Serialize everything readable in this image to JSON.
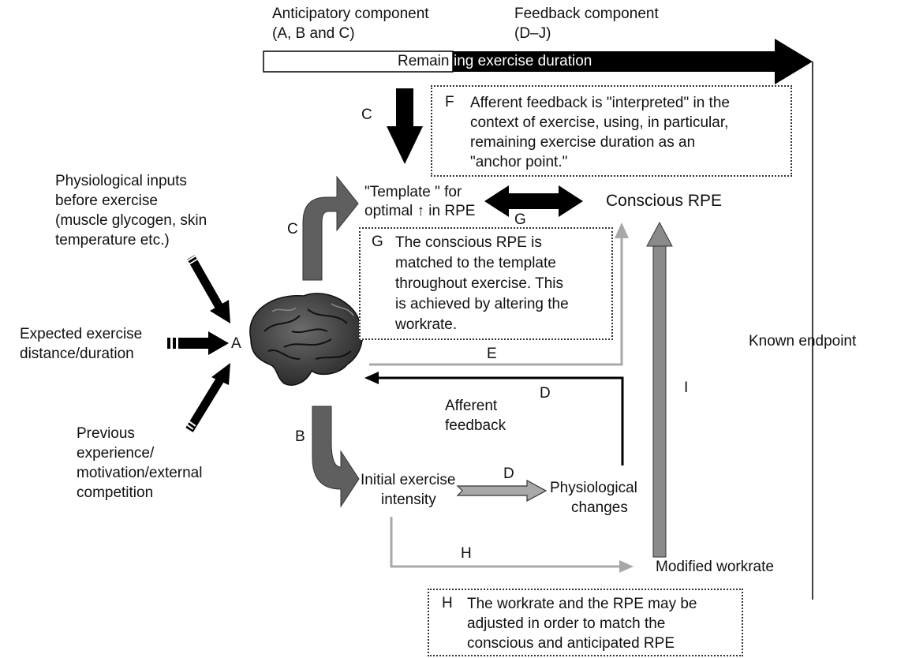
{
  "header": {
    "anticipatory_title": "Anticipatory component",
    "anticipatory_sub": "(A, B and C)",
    "feedback_title": "Feedback component",
    "feedback_sub": "(D–J)"
  },
  "duration_bar": {
    "text_part1": "Remain",
    "text_part2": "ing exercise duration"
  },
  "inputs": {
    "physiological": [
      "Physiological inputs",
      "before exercise",
      "(muscle glycogen, skin",
      "temperature etc.)"
    ],
    "expected": [
      "Expected exercise",
      "distance/duration"
    ],
    "previous": [
      "Previous",
      "experience/",
      "motivation/external",
      "competition"
    ]
  },
  "nodes": {
    "template": [
      "\"Template \" for",
      "optimal ↑ in RPE"
    ],
    "conscious_rpe": "Conscious RPE",
    "known_endpoint": "Known endpoint",
    "afferent": [
      "Afferent",
      "feedback"
    ],
    "initial": [
      "Initial exercise",
      "intensity"
    ],
    "physiological_changes": [
      "Physiological",
      "changes"
    ],
    "modified_workrate": "Modified workrate"
  },
  "labels": {
    "A": "A",
    "B": "B",
    "C_top": "C",
    "C_left": "C",
    "D_feedback": "D",
    "D_mid": "D",
    "E": "E",
    "G_arrow": "G",
    "H": "H",
    "I": "I"
  },
  "boxes": {
    "F": {
      "letter": "F",
      "lines": [
        "Afferent feedback is \"interpreted\" in the",
        "context of exercise, using, in particular,",
        "remaining exercise duration as an",
        "\"anchor point.\""
      ]
    },
    "G": {
      "letter": "G",
      "lines": [
        "The conscious RPE is",
        "matched to the template",
        "throughout exercise. This",
        "is achieved by altering the",
        "workrate."
      ]
    },
    "H": {
      "letter": "H",
      "lines": [
        "The workrate and the RPE may be",
        "adjusted in order to match the",
        "conscious and anticipated RPE"
      ]
    }
  },
  "images": {
    "brain": "brain-illustration"
  },
  "colors": {
    "black": "#000000",
    "dark_gray": "#5f5f5f",
    "light_gray": "#a8a8a8",
    "mid_gray": "#8a8a8a"
  }
}
